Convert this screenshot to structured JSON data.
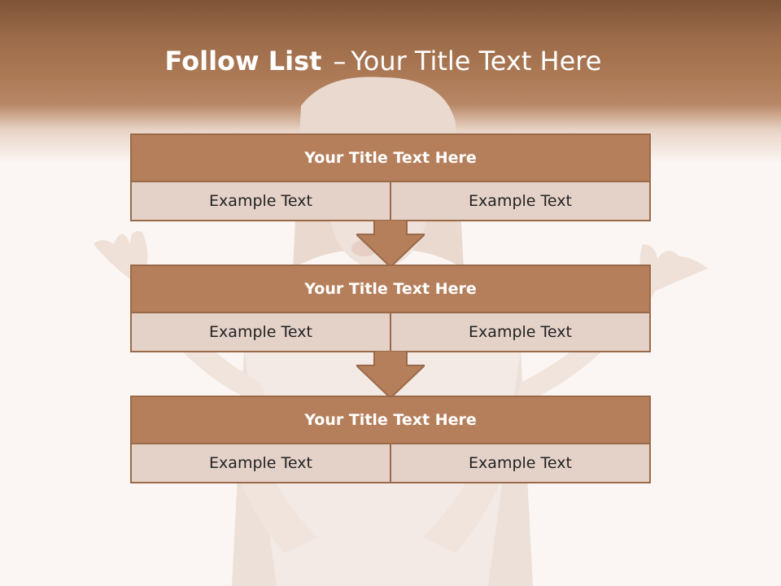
{
  "title": {
    "bold": "Follow List",
    "separator": "–",
    "rest": "Your Title Text Here"
  },
  "blocks": [
    {
      "heading": "Your Title Text Here",
      "left": "Example Text",
      "right": "Example Text"
    },
    {
      "heading": "Your Title Text Here",
      "left": "Example Text",
      "right": "Example Text"
    },
    {
      "heading": "Your Title Text Here",
      "left": "Example Text",
      "right": "Example Text"
    }
  ],
  "colors": {
    "header_top": "#7d5436",
    "accent": "#b67f5b",
    "border": "#9a6a48",
    "cell_bg": "#e4d2c9"
  }
}
